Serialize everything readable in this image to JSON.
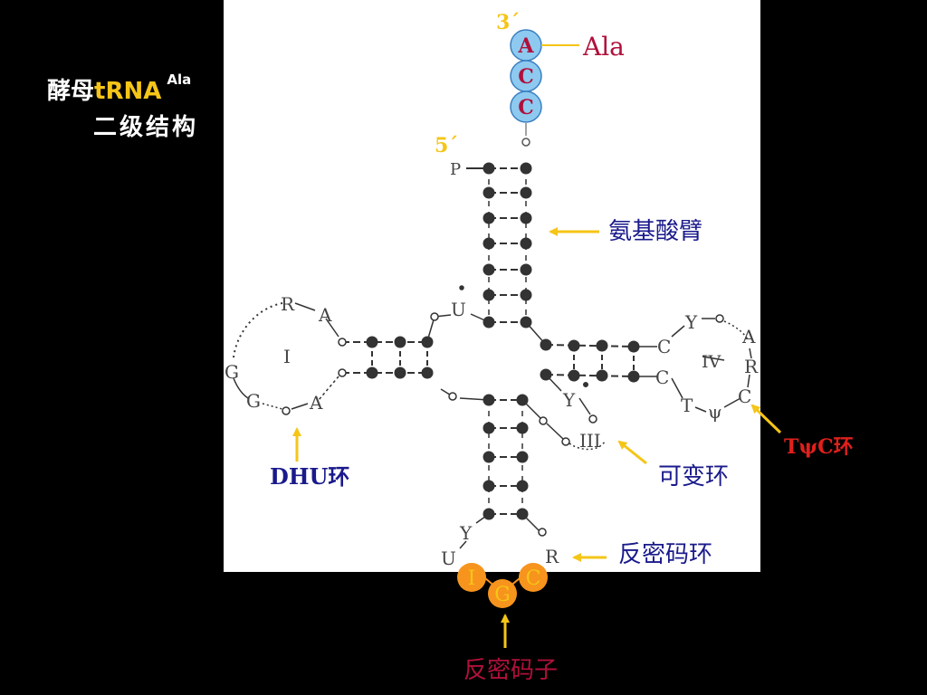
{
  "title": {
    "line1_prefix": "酵母",
    "line1_trna": "tRNA",
    "line1_sup": "Ala",
    "line2": "二级结构"
  },
  "labels": {
    "prime3": "3´",
    "prime5": "5´",
    "phosphate": "P",
    "acc_nucleotides": [
      "A",
      "C",
      "C"
    ],
    "amino_acid": "Ala",
    "acceptor_arm": "氨基酸臂",
    "dhu_loop": "DHU环",
    "variable_loop": "可变环",
    "tpsic_loop": "TψC环",
    "anticodon_loop": "反密码环",
    "anticodon": "反密码子",
    "anticodon_bases": [
      "I",
      "G",
      "C"
    ],
    "loop_numerals": [
      "I",
      "III",
      "IV"
    ],
    "dhu_letters": [
      "R",
      "A",
      "G",
      "G",
      "A"
    ],
    "junction_u": "U",
    "tpsic_letters": [
      "C",
      "C",
      "Y",
      "A",
      "R",
      "C",
      "ψ",
      "T"
    ],
    "var_y": "Y",
    "anticodon_letters": [
      "Y",
      "U",
      "R"
    ]
  },
  "colors": {
    "background": "#000000",
    "panel": "#ffffff",
    "yellow": "#f5c518",
    "navy": "#1a1a8c",
    "crimson": "#b0103a",
    "red": "#e0201c",
    "acc_fill": "#8ec9f0",
    "anticodon_fill": "#f7941d"
  }
}
